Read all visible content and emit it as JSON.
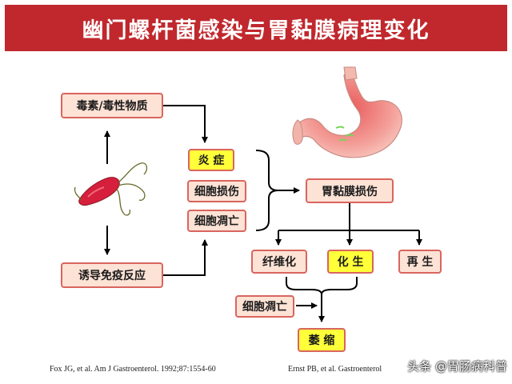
{
  "title": "幽门螺杆菌感染与胃黏膜病理变化",
  "boxes": {
    "toxin": "毒素/毒性物质",
    "immune": "诱导免疫反应",
    "inflammation": "炎 症",
    "cell_damage": "细胞损伤",
    "cell_apoptosis_1": "细胞凋亡",
    "mucosa_damage": "胃黏膜损伤",
    "fibrosis": "纤维化",
    "metaplasia": "化 生",
    "regeneration": "再 生",
    "cell_apoptosis_2": "细胞凋亡",
    "atrophy": "萎 缩"
  },
  "citations": {
    "left": "Fox JG, et al. Am J Gastroenterol. 1992;87:1554-60",
    "right": "Ernst PB, et al. Gastroenterol"
  },
  "watermark": "头条 @胃肠病科普",
  "colors": {
    "title_bg": "#c0282d",
    "pink_box": "#fde3d6",
    "box_border": "#d9655e",
    "highlight_box": "#ffff3a",
    "bacterium": "#d61f3c"
  },
  "icons": [
    "helicobacter-pylori-bacterium",
    "stomach-illustration"
  ]
}
